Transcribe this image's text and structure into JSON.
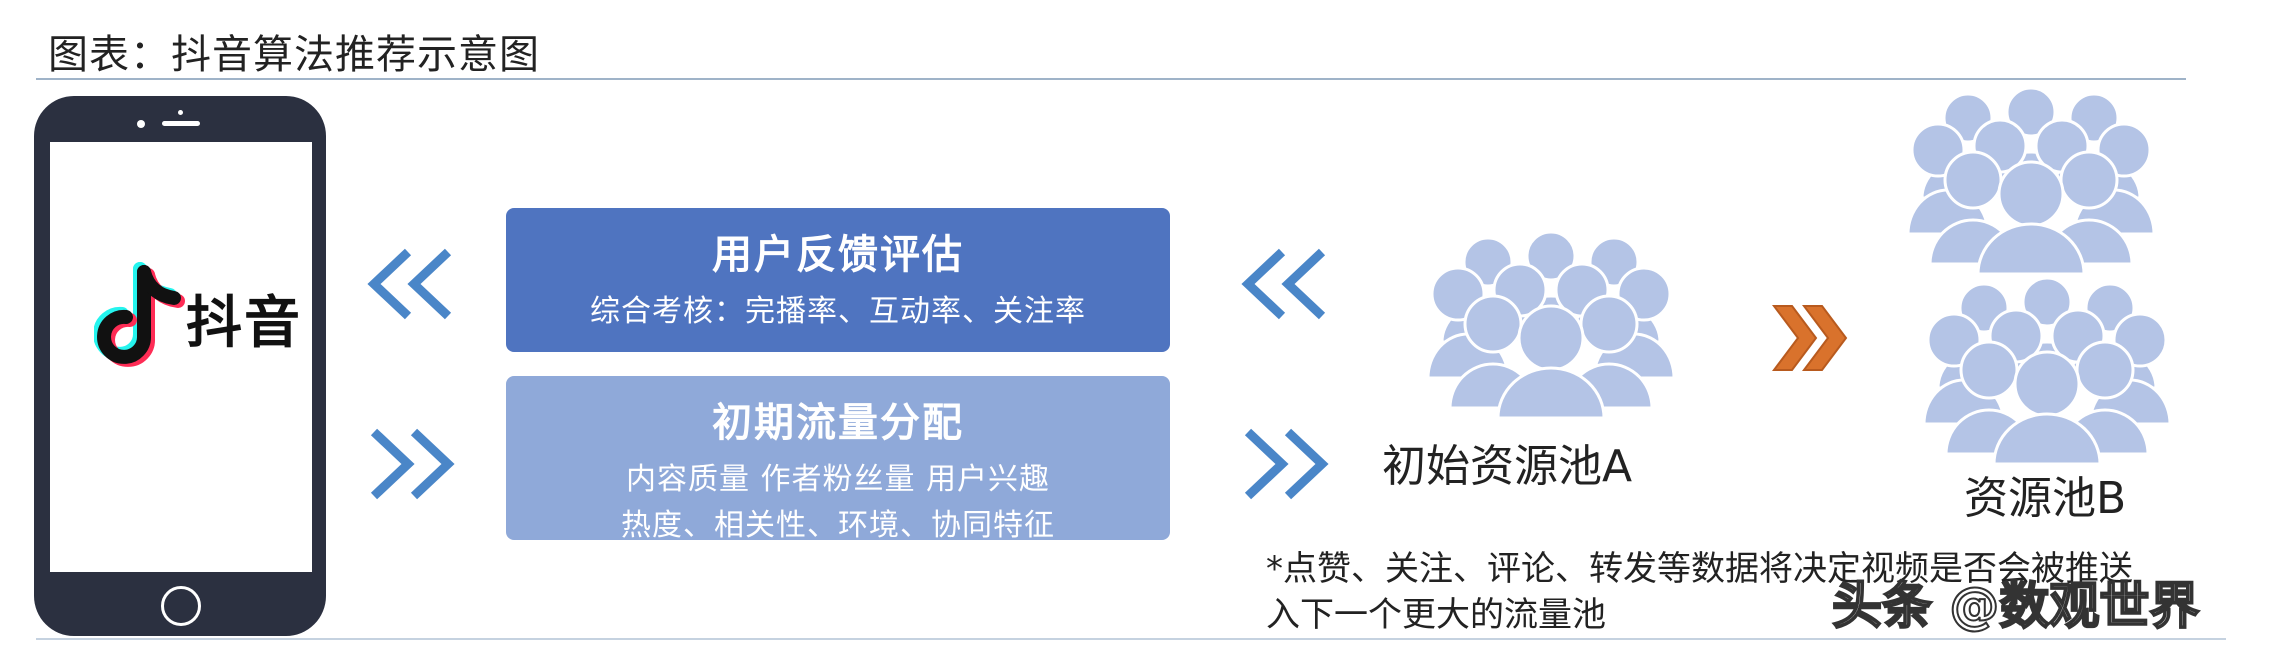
{
  "figure_title": "图表：抖音算法推荐示意图",
  "phone": {
    "app_name": "抖音"
  },
  "feedback_box": {
    "title": "用户反馈评估",
    "line": "综合考核：完播率、互动率、关注率"
  },
  "initial_box": {
    "title": "初期流量分配",
    "line1": "内容质量  作者粉丝量  用户兴趣",
    "line2": "热度、相关性、环境、协同特征"
  },
  "pool_a_label": "初始资源池A",
  "pool_b_label": "资源池B",
  "footnote": {
    "line1": "*点赞、关注、评论、转发等数据将决定视频是否会被推送",
    "line2": "入下一个更大的流量池"
  },
  "watermark": "头条 @数观世界",
  "colors": {
    "arrow_blue": "#4a86c8",
    "arrow_orange": "#d9722c",
    "box_dark": "#4f74c0",
    "box_light": "#8fa9d9",
    "people": "#b4c4e6",
    "phone": "#2b3040"
  }
}
